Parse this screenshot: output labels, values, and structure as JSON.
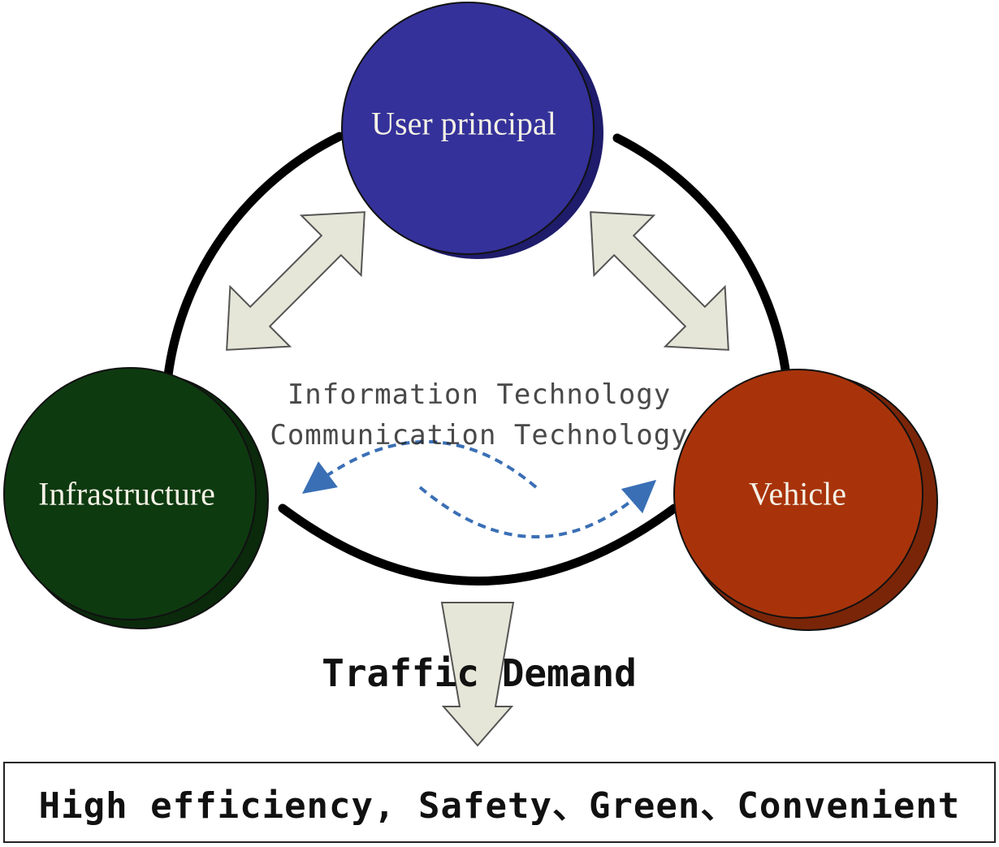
{
  "nodes": {
    "user": {
      "label": "User principal",
      "color": "#34319a",
      "shadow": "#1e1c6b"
    },
    "infrastructure": {
      "label": "Infrastructure",
      "color": "#0e3a10",
      "shadow": "#0a2a0b"
    },
    "vehicle": {
      "label": "Vehicle",
      "color": "#a8330a",
      "shadow": "#7a2508"
    }
  },
  "technology": {
    "line1": "Information Technology",
    "line2": "Communication Technology"
  },
  "demand": {
    "label": "Traffic Demand"
  },
  "outcome": {
    "text": "High efficiency, Safety、Green、Convenient"
  },
  "colors": {
    "ring": "#000000",
    "arrow_fill": "#e6e6d8",
    "arrow_stroke": "#555555",
    "dashed_arrow": "#3a6fb5"
  }
}
